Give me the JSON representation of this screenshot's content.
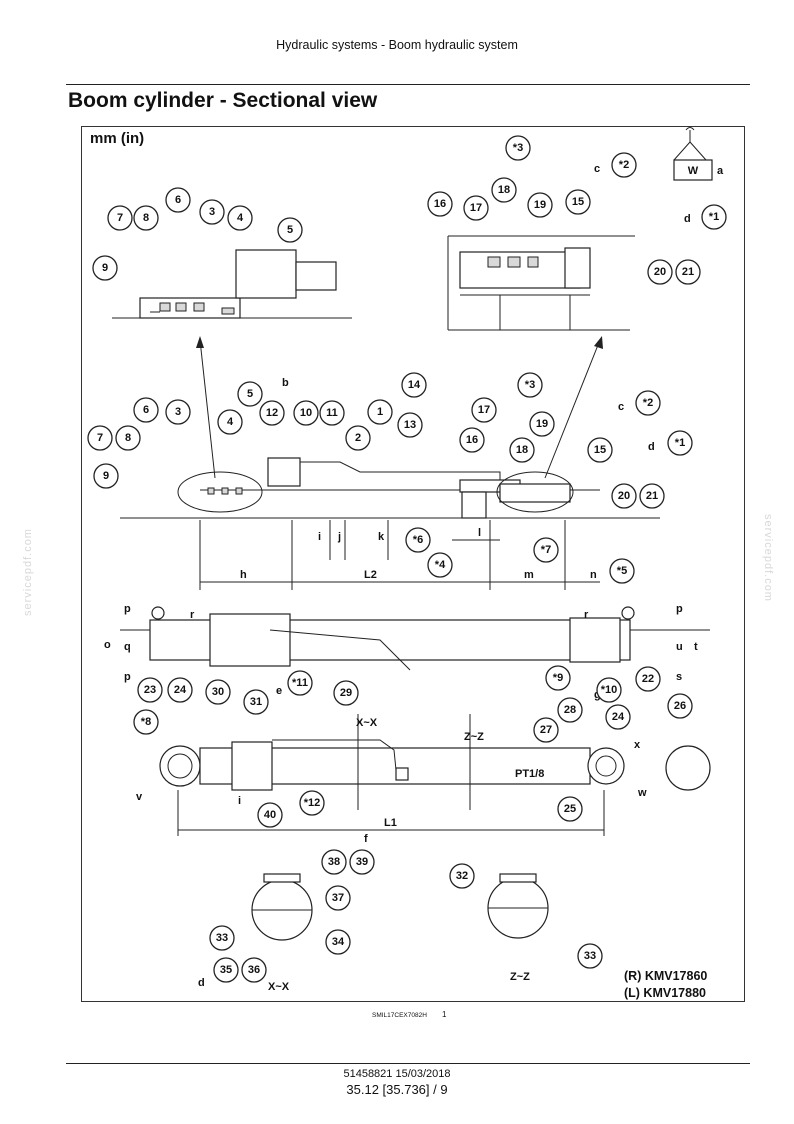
{
  "header": {
    "title": "Hydraulic systems - Boom hydraulic system"
  },
  "section": {
    "title": "Boom cylinder - Sectional view"
  },
  "figure": {
    "units": "mm (in)",
    "weight_label": "W",
    "models": [
      "(R) KMV17860",
      "(L) KMV17880"
    ],
    "code": "SMIL17CEX7082H",
    "number": "1",
    "thread_label": "PT1/8",
    "section_labels": [
      "X~X",
      "Z~Z"
    ],
    "callouts": {
      "top_left": [
        "7",
        "8",
        "6",
        "3",
        "4",
        "5",
        "9"
      ],
      "top_right": [
        "*3",
        "18",
        "16",
        "17",
        "19",
        "15",
        "*2",
        "*1",
        "20",
        "21"
      ],
      "middle": [
        "5",
        "6",
        "3",
        "4",
        "12",
        "10",
        "11",
        "14",
        "1",
        "13",
        "2",
        "*3",
        "17",
        "19",
        "18",
        "16",
        "15",
        "*2",
        "*1",
        "7",
        "8",
        "9",
        "20",
        "21",
        "*6",
        "*4",
        "*7",
        "*5"
      ],
      "lower": [
        "23",
        "24",
        "22",
        "24",
        "*9",
        "*10",
        "30",
        "31",
        "*11",
        "29",
        "28",
        "27",
        "26",
        "*8",
        "40",
        "*12",
        "25"
      ],
      "sections": [
        "38",
        "39",
        "37",
        "33",
        "34",
        "35",
        "36",
        "32",
        "33"
      ]
    },
    "letters": [
      "a",
      "b",
      "c",
      "d",
      "e",
      "f",
      "g",
      "h",
      "i",
      "j",
      "k",
      "l",
      "m",
      "n",
      "o",
      "p",
      "q",
      "r",
      "s",
      "t",
      "u",
      "v",
      "w",
      "x"
    ],
    "dimensions": [
      "L1",
      "L2"
    ]
  },
  "footer": {
    "doc_ref": "51458821 15/03/2018",
    "page_ref": "35.12 [35.736] / 9"
  },
  "watermark": "servicepdf.com"
}
